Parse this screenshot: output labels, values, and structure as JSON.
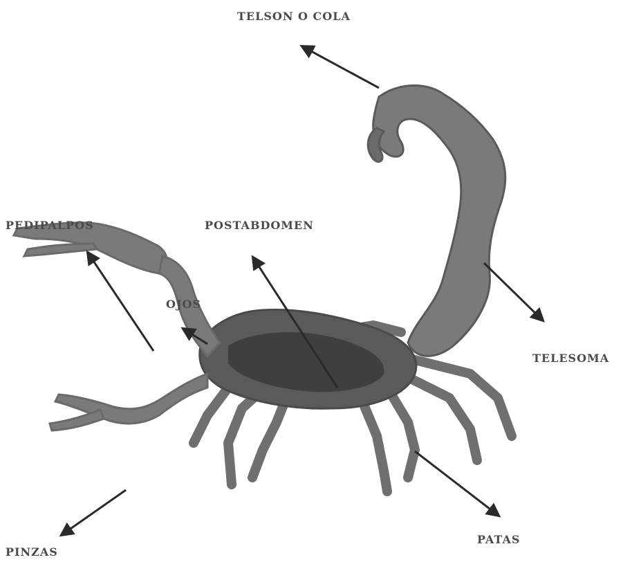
{
  "diagram": {
    "labels": {
      "telson": "TELSON O COLA",
      "pedipalpos": "PEDIPALPOS",
      "postabdomen": "POSTABDOMEN",
      "ojos": "OJOS",
      "telesoma": "TELESOMA",
      "pinzas": "PINZAS",
      "patas": "PATAS"
    },
    "colors": {
      "body": "#7a7a7a",
      "body_dark": "#5a5a5a",
      "body_shade": "#3f3f3f",
      "arrow": "#2a2a2a",
      "text": "#4a4a4a",
      "background": "#ffffff"
    }
  }
}
